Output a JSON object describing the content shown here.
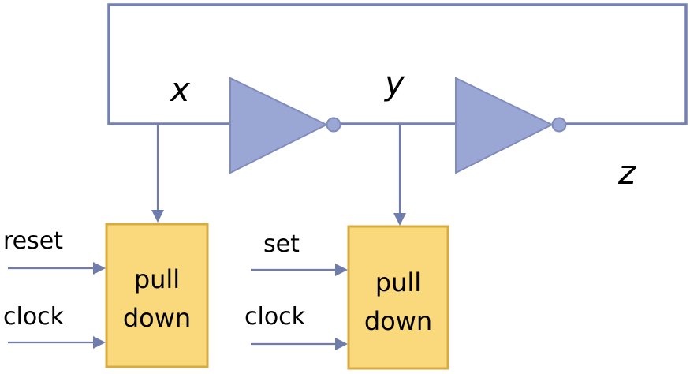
{
  "nodes": {
    "x": "x",
    "y": "y",
    "z": "z"
  },
  "blocks": [
    {
      "line1": "pull",
      "line2": "down",
      "inputs": [
        "reset",
        "clock"
      ]
    },
    {
      "line1": "pull",
      "line2": "down",
      "inputs": [
        "set",
        "clock"
      ]
    }
  ],
  "colors": {
    "wire": "#7381b3",
    "inverter_fill": "#9aa6d4",
    "block_fill": "#f9d97c",
    "block_border": "#d8aa42"
  }
}
